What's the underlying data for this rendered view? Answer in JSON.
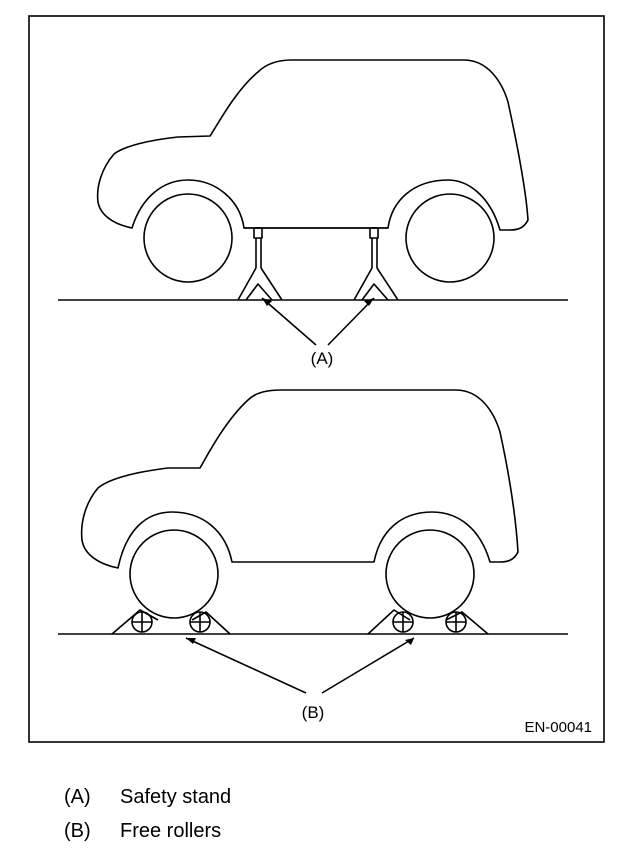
{
  "figure": {
    "code": "EN-00041",
    "callout_a": "(A)",
    "callout_b": "(B)"
  },
  "legend": [
    {
      "key": "(A)",
      "text": "Safety stand"
    },
    {
      "key": "(B)",
      "text": "Free rollers"
    }
  ]
}
